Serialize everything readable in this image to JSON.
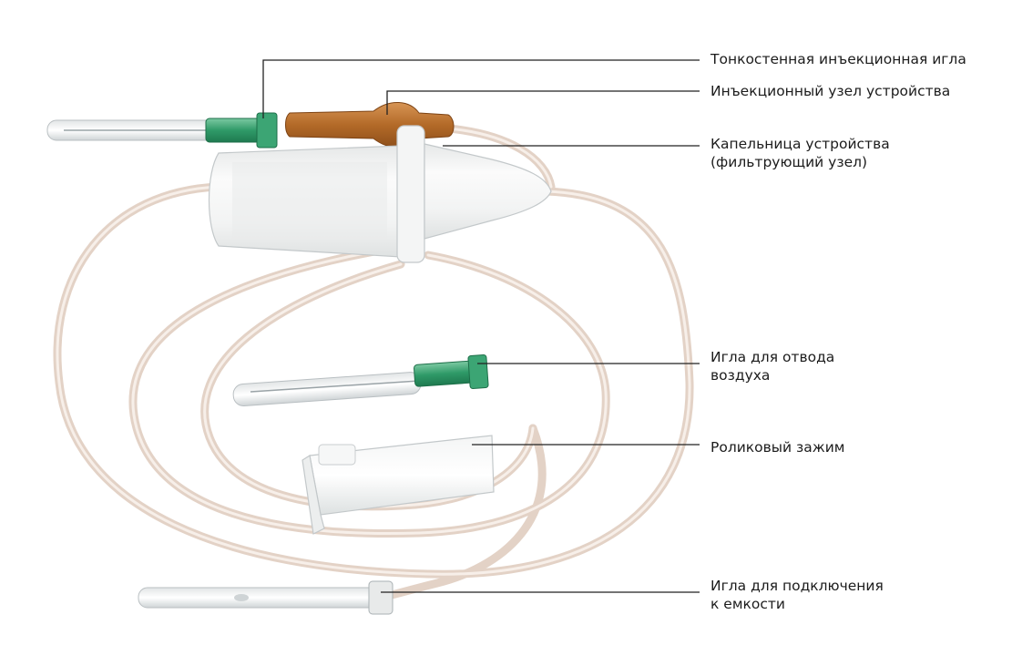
{
  "labels": {
    "thin_wall_needle": "Тонкостенная инъекционная игла",
    "injection_node": "Инъекционный узел устройства",
    "drip_chamber_line1": "Капельница устройства",
    "drip_chamber_line2": "(фильтрующий узел)",
    "air_needle_line1": "Игла для отвода",
    "air_needle_line2": "воздуха",
    "roller_clamp": "Роликовый зажим",
    "connect_needle_line1": "Игла для подключения",
    "connect_needle_line2": "к емкости"
  },
  "colors": {
    "background": "#ffffff",
    "tube": "#eadbd0",
    "plastic": "#eef0f0",
    "hub_green": "#35a06e",
    "injection_node": "#b8732e",
    "leader_line": "#222222"
  }
}
